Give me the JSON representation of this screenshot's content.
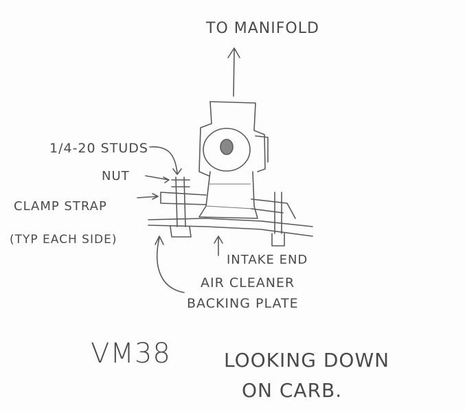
{
  "labels": {
    "to_manifold": "TO MANIFOLD",
    "studs": "1/4-20 STUDS",
    "nut": "NUT",
    "clamp_strap": "CLAMP STRAP",
    "typ_each_side": "(TYP EACH SIDE)",
    "intake_end": "INTAKE END",
    "air_cleaner": "AIR CLEANER",
    "backing_plate": "BACKING PLATE",
    "model": "VM38",
    "looking_down": "LOOKING DOWN",
    "on_carb": "ON CARB."
  },
  "colors": {
    "pencil": "#5a5a5a",
    "paper": "#fdfdfd"
  }
}
